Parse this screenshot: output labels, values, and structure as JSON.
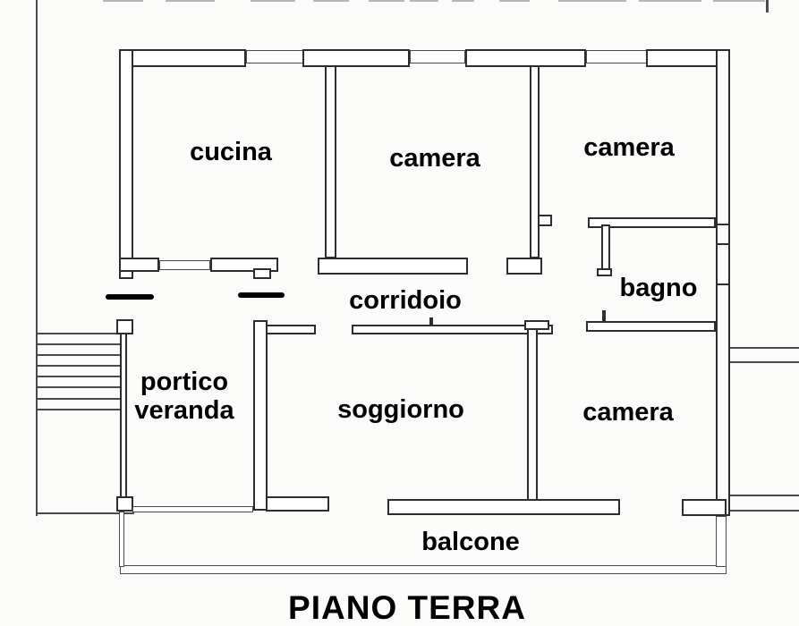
{
  "plan": {
    "title": "PIANO TERRA",
    "rooms": [
      {
        "id": "cucina",
        "label": "cucina"
      },
      {
        "id": "camera-top-middle",
        "label": "camera"
      },
      {
        "id": "camera-top-right",
        "label": "camera"
      },
      {
        "id": "bagno",
        "label": "bagno"
      },
      {
        "id": "corridoio",
        "label": "corridoio"
      },
      {
        "id": "portico-veranda",
        "label_line1": "portico",
        "label_line2": "veranda"
      },
      {
        "id": "soggiorno",
        "label": "soggiorno"
      },
      {
        "id": "camera-bottom-right",
        "label": "camera"
      },
      {
        "id": "balcone",
        "label": "balcone"
      }
    ],
    "colors": {
      "wall": "#2d2d2d",
      "background": "#fbfbfa",
      "text": "#000000"
    }
  }
}
